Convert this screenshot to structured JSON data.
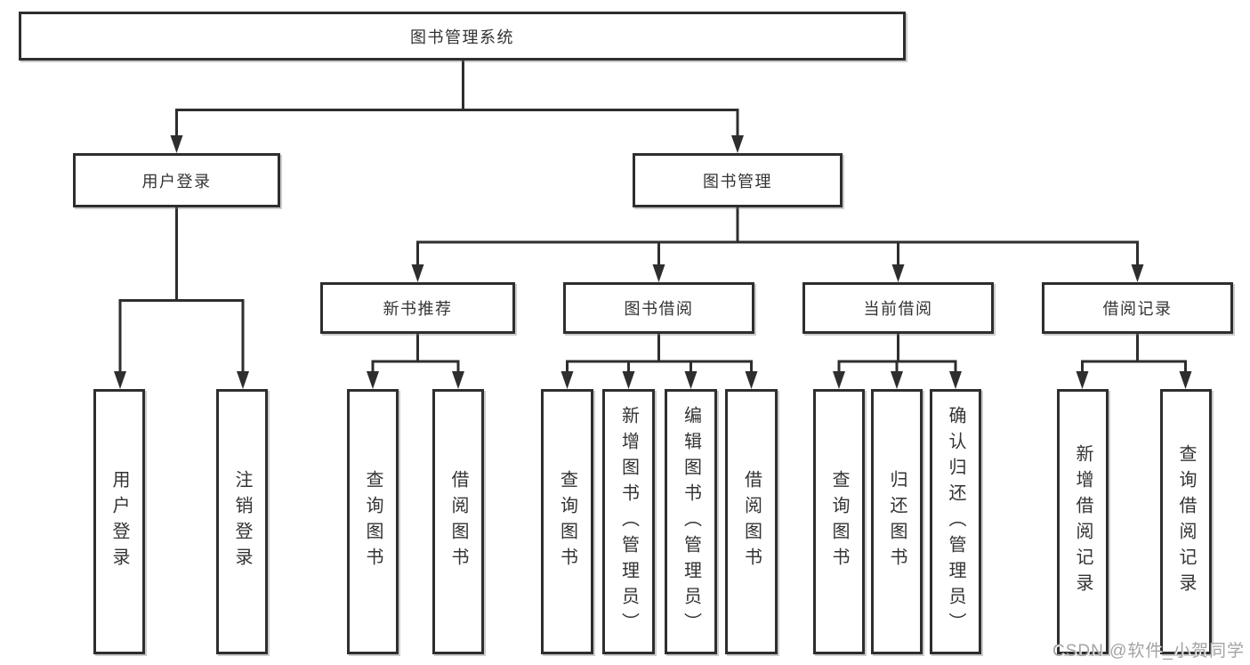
{
  "diagram": {
    "root": {
      "label": "图书管理系统"
    },
    "branches": [
      {
        "label": "用户登录",
        "children": [
          {
            "label": "用户登录"
          },
          {
            "label": "注销登录"
          }
        ]
      },
      {
        "label": "图书管理",
        "children": [
          {
            "label": "新书推荐",
            "children": [
              {
                "label": "查询图书"
              },
              {
                "label": "借阅图书"
              }
            ]
          },
          {
            "label": "图书借阅",
            "children": [
              {
                "label": "查询图书"
              },
              {
                "label": "新增图书（管理员）"
              },
              {
                "label": "编辑图书（管理员）"
              },
              {
                "label": "借阅图书"
              }
            ]
          },
          {
            "label": "当前借阅",
            "children": [
              {
                "label": "查询图书"
              },
              {
                "label": "归还图书"
              },
              {
                "label": "确认归还（管理员）"
              }
            ]
          },
          {
            "label": "借阅记录",
            "children": [
              {
                "label": "新增借阅记录"
              },
              {
                "label": "查询借阅记录"
              }
            ]
          }
        ]
      }
    ],
    "colors": {
      "line": "#2e2e2e",
      "box_border": "#2e2e2e",
      "text": "#333333",
      "watermark_text": "#a3a3a3",
      "background": "#ffffff"
    },
    "watermark": {
      "text": "CSDN @软件_小贺同学"
    }
  }
}
